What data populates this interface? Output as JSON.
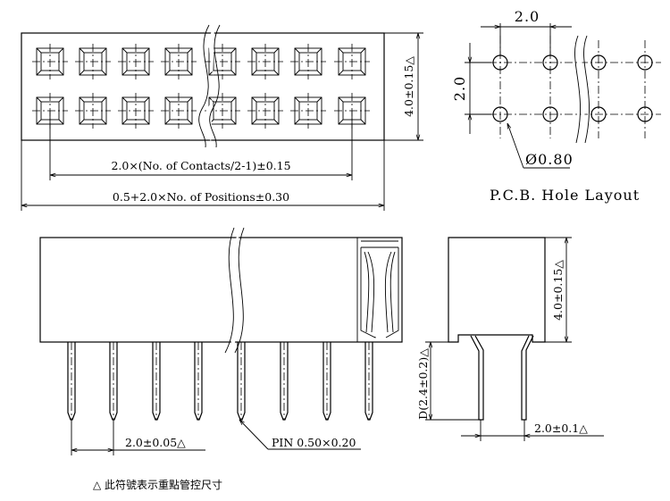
{
  "labels": {
    "top_pitch": "2.0×(No. of Contacts/2-1)±0.15",
    "top_length": "0.5+2.0×No. of Positions±0.30",
    "top_height": "4.0±0.15△",
    "pcb_pitch_x": "2.0",
    "pcb_pitch_y": "2.0",
    "pcb_hole": "Ø0.80",
    "pcb_title": "P.C.B. Hole Layout",
    "front_pin_pitch": "2.0±0.05△",
    "front_pin_size": "PIN 0.50×0.20",
    "side_height": "4.0±0.15△",
    "side_pin_length": "D(2.4±0.2)△",
    "side_pin_pitch": "2.0±0.1△",
    "note": "△ 此符號表示重點管控尺寸"
  }
}
